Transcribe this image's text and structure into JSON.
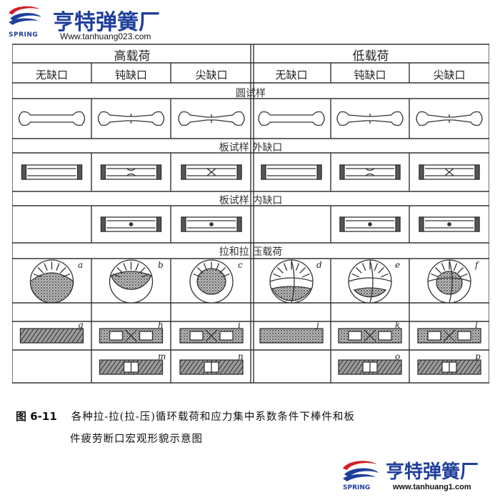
{
  "brand_top": {
    "name": "亨特弹簧厂",
    "tag": "SPRING",
    "url": "Www.tanhuang023.com"
  },
  "brand_bottom": {
    "name": "亨特弹簧厂",
    "tag": "SPRING",
    "url": "www.tanhuang1.com"
  },
  "figure": {
    "groups": [
      "高载荷",
      "低载荷"
    ],
    "notch_types": [
      "无缺口",
      "钝缺口",
      "尖缺口",
      "无缺口",
      "钝缺口",
      "尖缺口"
    ],
    "row_labels": [
      "圆试样",
      "板试样 外缺口",
      "板试样 内缺口",
      "拉和拉 压载荷"
    ],
    "panel_letters_circle": [
      "a",
      "b",
      "c",
      "d",
      "e",
      "f"
    ],
    "panel_letters_bar1": [
      "g",
      "h",
      "i",
      "j",
      "k",
      "l"
    ],
    "panel_letters_bar2": [
      "m",
      "n",
      "o",
      "p"
    ]
  },
  "caption": {
    "number": "图 6-11",
    "line1": "各种拉-拉(拉-压)循环载荷和应力集中系数条件下棒件和板",
    "line2": "件疲劳断口宏观形貌示意图"
  },
  "colors": {
    "brand_blue": "#1f3f9c",
    "brand_red": "#d0202a",
    "ink": "#222222"
  }
}
